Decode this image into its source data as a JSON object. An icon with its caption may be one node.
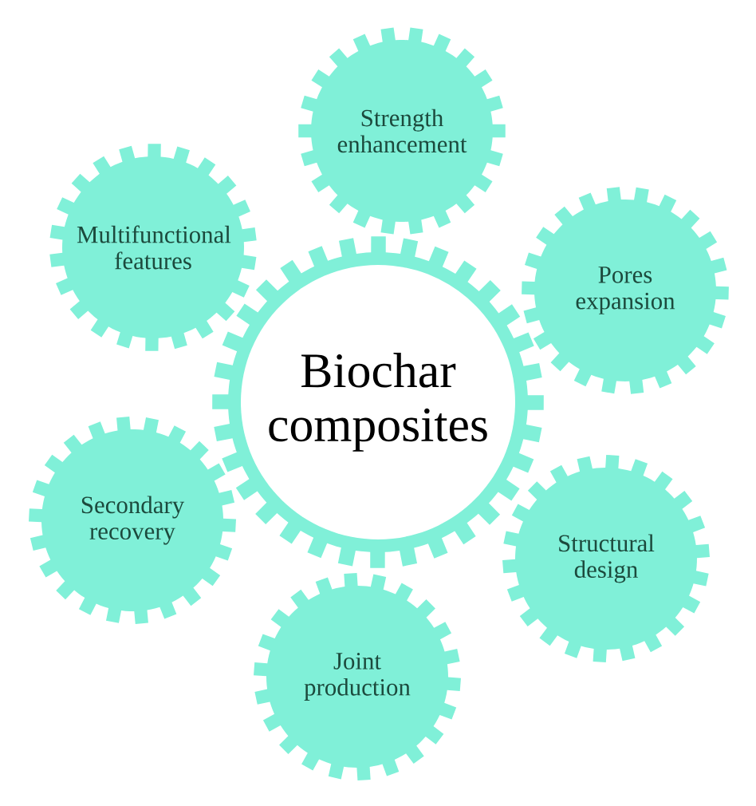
{
  "diagram": {
    "nodes": [
      {
        "text": [
          "Strength enhancement"
        ]
      },
      {
        "text": [
          "Multifunctional features"
        ]
      },
      {
        "text": [
          "Pores expansion"
        ]
      },
      {
        "text": [
          "Biochar composites"
        ]
      },
      {
        "text": [
          "Secondary recovery"
        ]
      },
      {
        "text": [
          "Structural design"
        ]
      },
      {
        "text": [
          "Joint production"
        ]
      }
    ]
  }
}
